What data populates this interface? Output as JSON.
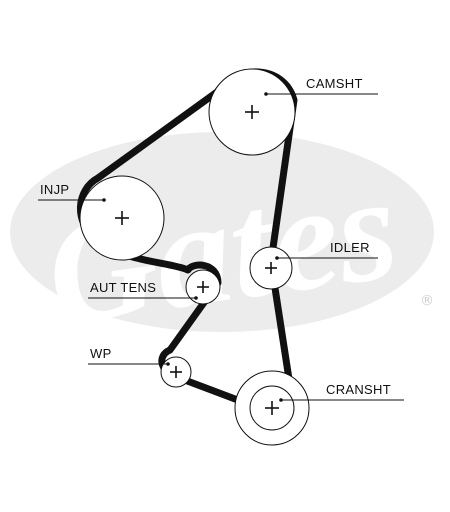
{
  "diagram": {
    "logo": {
      "text": "Gates",
      "mark": "®",
      "color": "#ececec"
    },
    "belt_color": "#111111",
    "pulleys": [
      {
        "id": "camsht",
        "label": "CAMSHT"
      },
      {
        "id": "injp",
        "label": "INJP"
      },
      {
        "id": "idler",
        "label": "IDLER"
      },
      {
        "id": "auttens",
        "label": "AUT TENS"
      },
      {
        "id": "wp",
        "label": "WP"
      },
      {
        "id": "cransht",
        "label": "CRANSHT"
      }
    ]
  }
}
